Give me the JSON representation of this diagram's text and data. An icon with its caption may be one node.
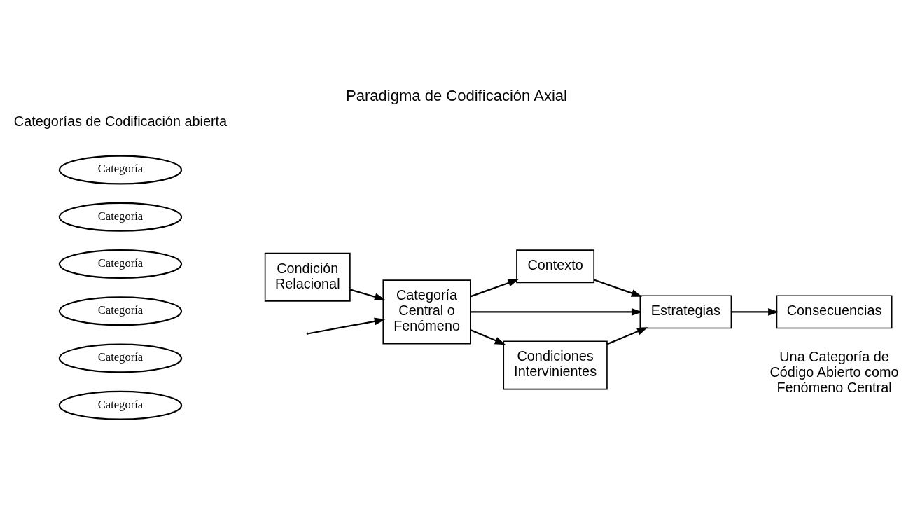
{
  "diagram": {
    "title": "Paradigma de Codificación Axial",
    "nodes": [
      {
        "text": [
          "Categoría"
        ]
      },
      {
        "text": [
          "Categoría"
        ]
      },
      {
        "text": [
          "Categoría"
        ]
      },
      {
        "text": [
          "Categoría"
        ]
      },
      {
        "text": [
          "Categoría"
        ]
      },
      {
        "text": [
          "Categoría"
        ]
      },
      {
        "text": [
          "Condición Relacional"
        ]
      },
      {
        "text": [
          "Categoría Central o Fenómeno"
        ]
      },
      {
        "text": [
          "Contexto"
        ]
      },
      {
        "text": [
          "Estrategias"
        ]
      },
      {
        "text": [
          "Consecuencias"
        ]
      },
      {
        "text": [
          "Condiciones Intervinientes"
        ]
      }
    ],
    "edges": [
      {
        "from": null,
        "to": 7,
        "arrow": "to"
      },
      {
        "from": 6,
        "to": 7,
        "arrow": "to"
      },
      {
        "from": 7,
        "to": 8,
        "arrow": "to"
      },
      {
        "from": 8,
        "to": 9,
        "arrow": "to"
      },
      {
        "from": 7,
        "to": 9,
        "arrow": "to"
      },
      {
        "from": 9,
        "to": 10,
        "arrow": "to"
      },
      {
        "from": 7,
        "to": 11,
        "arrow": "to"
      },
      {
        "from": 11,
        "to": 9,
        "arrow": "to"
      }
    ],
    "labels": [
      "Categorías de Codificación abierta",
      "Una Categoría de Código Abierto como Fenómeno Central"
    ]
  }
}
